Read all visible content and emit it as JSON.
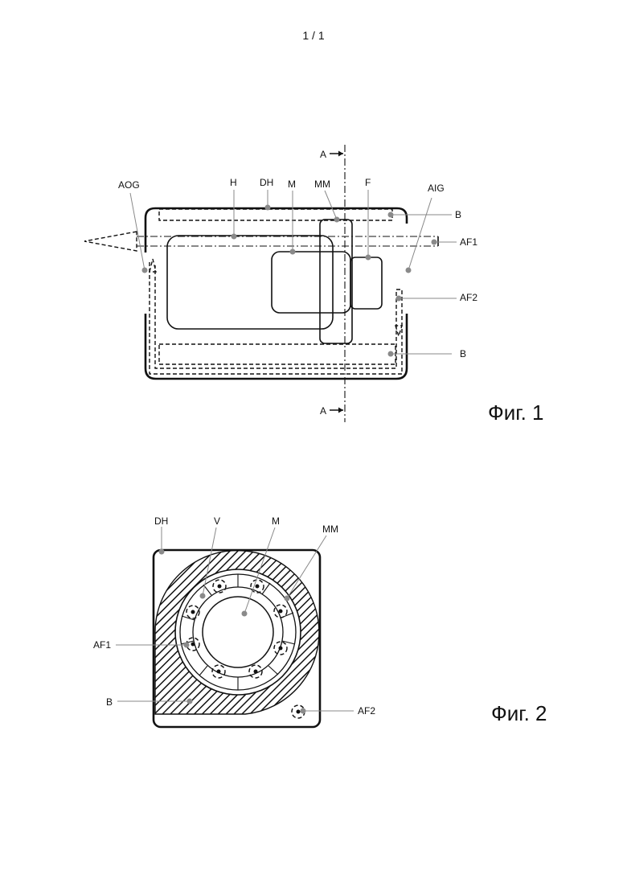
{
  "page": {
    "number": "1 / 1"
  },
  "figure1": {
    "caption": "Фиг. 1",
    "section_marker": "A",
    "labels": {
      "aog": "AOG",
      "h": "H",
      "dh": "DH",
      "m": "M",
      "mm": "MM",
      "f": "F",
      "aig": "AIG",
      "b_top": "B",
      "af1": "AF1",
      "af2": "AF2",
      "b_bottom": "B"
    }
  },
  "figure2": {
    "caption": "Фиг. 2",
    "labels": {
      "dh": "DH",
      "v": "V",
      "m": "M",
      "mm": "MM",
      "af1": "AF1",
      "b": "B",
      "af2": "AF2"
    }
  }
}
